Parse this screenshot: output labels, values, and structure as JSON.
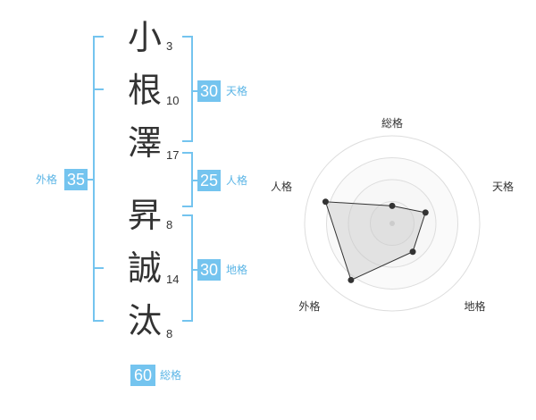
{
  "name": {
    "chars": [
      {
        "char": "小",
        "strokes": "3"
      },
      {
        "char": "根",
        "strokes": "10"
      },
      {
        "char": "澤",
        "strokes": "17"
      },
      {
        "char": "昇",
        "strokes": "8"
      },
      {
        "char": "誠",
        "strokes": "14"
      },
      {
        "char": "汰",
        "strokes": "8"
      }
    ]
  },
  "scores": {
    "tenkaku": {
      "value": "30",
      "label": "天格"
    },
    "jinkaku": {
      "value": "25",
      "label": "人格"
    },
    "chikaku": {
      "value": "30",
      "label": "地格"
    },
    "gaikaku": {
      "value": "35",
      "label": "外格"
    },
    "soukaku": {
      "value": "60",
      "label": "総格"
    }
  },
  "colors": {
    "accent": "#74c4ef",
    "accent_text": "#5bb5e6",
    "text": "#333333"
  },
  "chart_data": {
    "type": "radar",
    "axes": [
      "総格",
      "天格",
      "地格",
      "外格",
      "人格"
    ],
    "values": [
      1,
      2,
      2,
      4,
      4
    ],
    "max": 5,
    "rings": 4
  }
}
